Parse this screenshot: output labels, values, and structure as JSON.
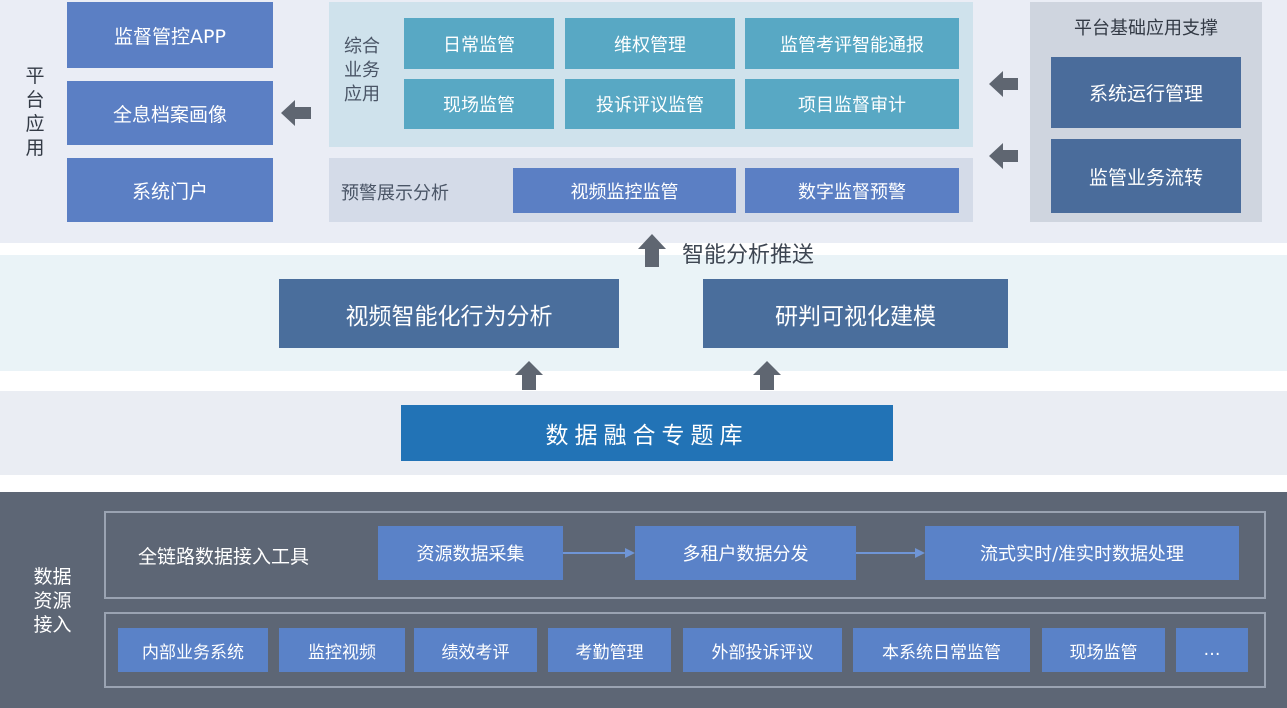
{
  "platform": {
    "label": "平台应用",
    "left_boxes": [
      "监督管控APP",
      "全息档案画像",
      "系统门户"
    ],
    "biz": {
      "label": "综合业务应用",
      "items": [
        "日常监管",
        "维权管理",
        "监管考评智能通报",
        "现场监管",
        "投诉评议监管",
        "项目监督审计"
      ]
    },
    "warn": {
      "label": "预警展示分析",
      "items": [
        "视频监控监管",
        "数字监督预警"
      ]
    },
    "support": {
      "title": "平台基础应用支撑",
      "items": [
        "系统运行管理",
        "监管业务流转"
      ]
    }
  },
  "analysis": {
    "push_label": "智能分析推送",
    "items": [
      "视频智能化行为分析",
      "研判可视化建模"
    ]
  },
  "database": {
    "label": "数据融合专题库"
  },
  "data_access": {
    "label": "数据资源接入",
    "pipeline": {
      "label": "全链路数据接入工具",
      "steps": [
        "资源数据采集",
        "多租户数据分发",
        "流式实时/准实时数据处理"
      ]
    },
    "sources": [
      "内部业务系统",
      "监控视频",
      "绩效考评",
      "考勤管理",
      "外部投诉评议",
      "本系统日常监管",
      "现场监管",
      "…"
    ]
  },
  "colors": {
    "platform_bg": "#eaedf5",
    "data_bg": "#5d6675",
    "blue_box": "#5b7fc4",
    "teal_box": "#58a8c4",
    "navy_box": "#4a6c9b",
    "db_box": "#2273b6",
    "arrow": "#5f6671"
  }
}
